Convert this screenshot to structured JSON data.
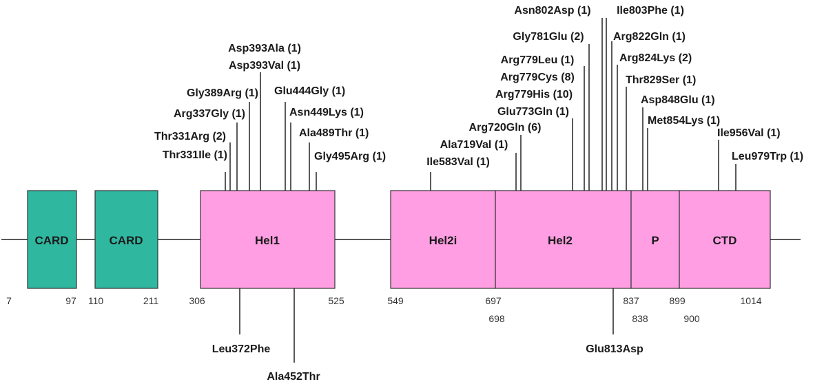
{
  "colors": {
    "card": "#2fb7a0",
    "helicase": "#ff9ee2",
    "outline": "#333333",
    "line": "#222222"
  },
  "domains": [
    {
      "id": "card1",
      "label": "CARD",
      "kind": "card",
      "start": 7,
      "end": 97
    },
    {
      "id": "card2",
      "label": "CARD",
      "kind": "card",
      "start": 110,
      "end": 211
    },
    {
      "id": "hel1",
      "label": "Hel1",
      "kind": "helicase",
      "start": 306,
      "end": 525
    },
    {
      "id": "hel2i",
      "label": "Hel2i",
      "kind": "helicase",
      "start": 549,
      "end": 697
    },
    {
      "id": "hel2",
      "label": "Hel2",
      "kind": "helicase",
      "start": 698,
      "end": 837
    },
    {
      "id": "p",
      "label": "P",
      "kind": "helicase",
      "start": 838,
      "end": 899
    },
    {
      "id": "ctd",
      "label": "CTD",
      "kind": "helicase",
      "start": 900,
      "end": 1014
    }
  ],
  "position_labels": [
    {
      "text": "7",
      "row": 1
    },
    {
      "text": "97",
      "row": 1
    },
    {
      "text": "110",
      "row": 1
    },
    {
      "text": "211",
      "row": 1
    },
    {
      "text": "306",
      "row": 1
    },
    {
      "text": "525",
      "row": 1
    },
    {
      "text": "549",
      "row": 1
    },
    {
      "text": "697",
      "row": 1
    },
    {
      "text": "698",
      "row": 2
    },
    {
      "text": "837",
      "row": 1
    },
    {
      "text": "838",
      "row": 2
    },
    {
      "text": "899",
      "row": 1
    },
    {
      "text": "900",
      "row": 2
    },
    {
      "text": "1014",
      "row": 1
    }
  ],
  "mutations_above": [
    {
      "label": "Thr331Ile (1)",
      "position": 331
    },
    {
      "label": "Thr331Arg (2)",
      "position": 331
    },
    {
      "label": "Arg337Gly (1)",
      "position": 337
    },
    {
      "label": "Gly389Arg (1)",
      "position": 389
    },
    {
      "label": "Asp393Val (1)",
      "position": 393
    },
    {
      "label": "Asp393Ala (1)",
      "position": 393
    },
    {
      "label": "Glu444Gly (1)",
      "position": 444
    },
    {
      "label": "Asn449Lys (1)",
      "position": 449
    },
    {
      "label": "Ala489Thr (1)",
      "position": 489
    },
    {
      "label": "Gly495Arg (1)",
      "position": 495
    },
    {
      "label": "Ile583Val (1)",
      "position": 583
    },
    {
      "label": "Ala719Val (1)",
      "position": 719
    },
    {
      "label": "Arg720Gln (6)",
      "position": 720
    },
    {
      "label": "Glu773Gln (1)",
      "position": 773
    },
    {
      "label": "Arg779His (10)",
      "position": 779
    },
    {
      "label": "Arg779Cys (8)",
      "position": 779
    },
    {
      "label": "Arg779Leu (1)",
      "position": 779
    },
    {
      "label": "Gly781Glu (2)",
      "position": 781
    },
    {
      "label": "Asn802Asp (1)",
      "position": 802
    },
    {
      "label": "Ile803Phe (1)",
      "position": 803
    },
    {
      "label": "Arg822Gln (1)",
      "position": 822
    },
    {
      "label": "Arg824Lys (2)",
      "position": 824
    },
    {
      "label": "Thr829Ser (1)",
      "position": 829
    },
    {
      "label": "Asp848Glu (1)",
      "position": 848
    },
    {
      "label": "Met854Lys (1)",
      "position": 854
    },
    {
      "label": "Ile956Val (1)",
      "position": 956
    },
    {
      "label": "Leu979Trp (1)",
      "position": 979
    }
  ],
  "mutations_below": [
    {
      "label": "Leu372Phe",
      "position": 372
    },
    {
      "label": "Ala452Thr",
      "position": 452
    },
    {
      "label": "Glu813Asp",
      "position": 813
    }
  ]
}
